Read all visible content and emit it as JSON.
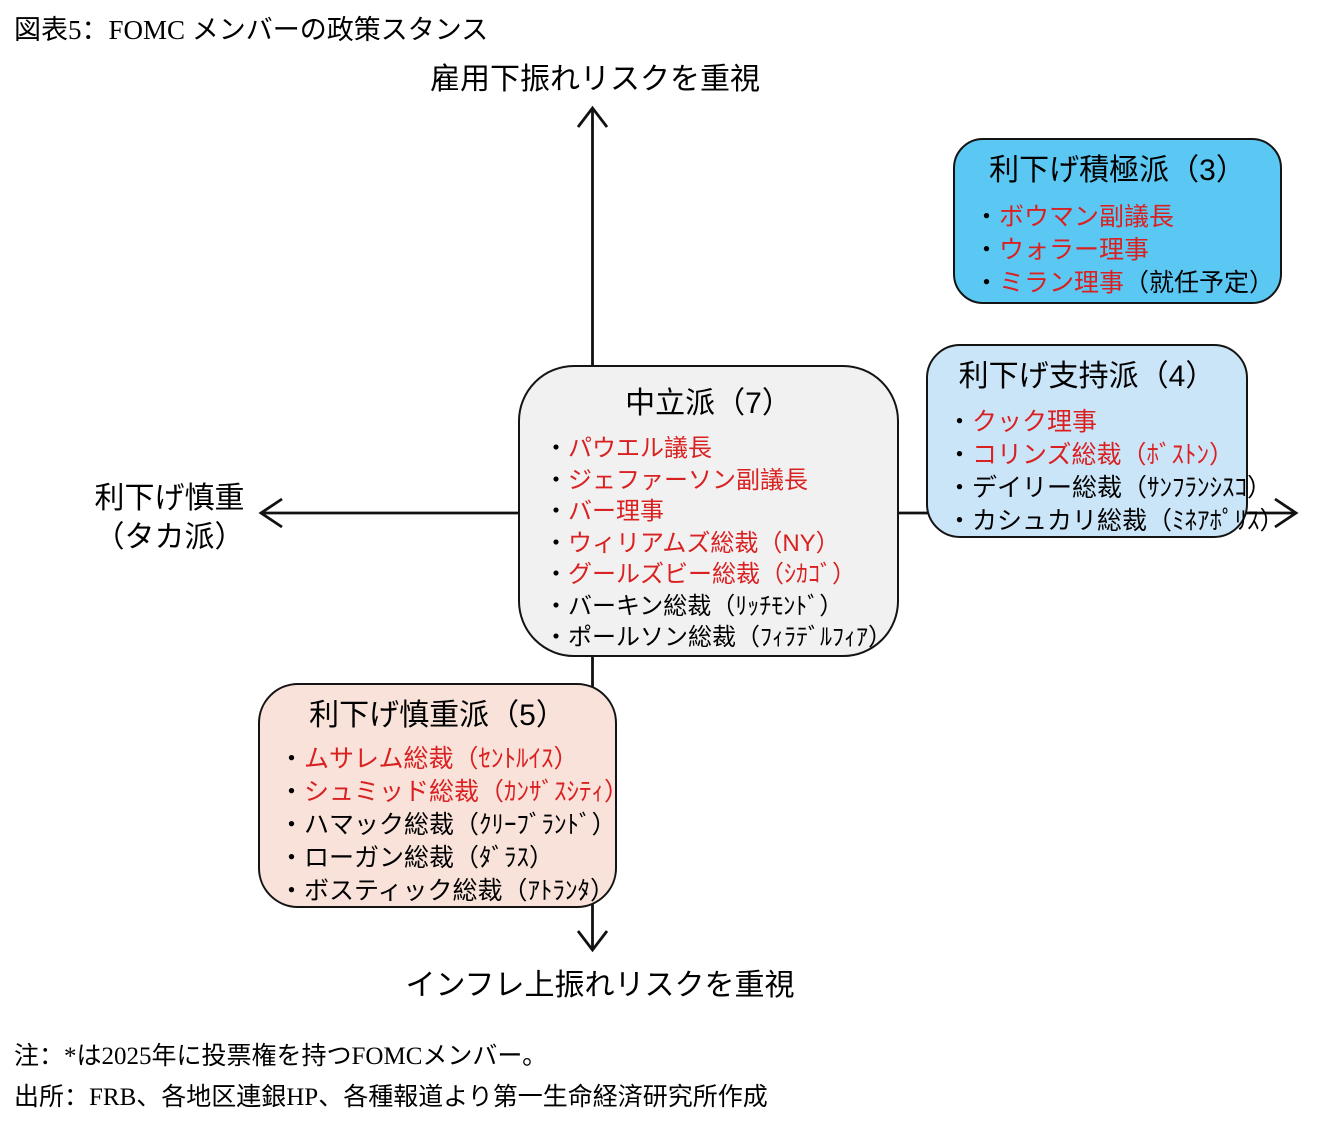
{
  "figure_title": "図表5：FOMC メンバーの政策スタンス",
  "axes": {
    "top": "雇用下振れリスクを重視",
    "bottom": "インフレ上振れリスクを重視",
    "left_line1": "利下げ慎重",
    "left_line2": "（タカ派）"
  },
  "bullet": "・",
  "colors": {
    "red_text": "#d92121",
    "aggressive_bg": "#5bc8f3",
    "support_bg": "#cbe5f8",
    "neutral_bg": "#f1f1f1",
    "cautious_bg": "#f8e2da",
    "border": "#141414"
  },
  "groups": [
    {
      "id": "aggressive",
      "title": "利下げ積極派（3）",
      "members": [
        {
          "segments": [
            [
              "ボウマン副議長",
              "red"
            ]
          ]
        },
        {
          "segments": [
            [
              "ウォラー理事",
              "red"
            ]
          ]
        },
        {
          "segments": [
            [
              "ミラン理事",
              "red"
            ],
            [
              "（就任予定）",
              "black"
            ]
          ]
        }
      ]
    },
    {
      "id": "support",
      "title": "利下げ支持派（4）",
      "members": [
        {
          "segments": [
            [
              "クック理事",
              "red"
            ]
          ]
        },
        {
          "segments": [
            [
              "コリンズ総裁（ﾎﾞｽﾄﾝ）",
              "red"
            ]
          ]
        },
        {
          "segments": [
            [
              "デイリー総裁（ｻﾝﾌﾗﾝｼｽｺ）",
              "black"
            ]
          ]
        },
        {
          "segments": [
            [
              "カシュカリ総裁（ﾐﾈｱﾎﾟﾘｽ）",
              "black"
            ]
          ]
        }
      ]
    },
    {
      "id": "neutral",
      "title": "中立派（7）",
      "members": [
        {
          "segments": [
            [
              "パウエル議長",
              "red"
            ]
          ]
        },
        {
          "segments": [
            [
              "ジェファーソン副議長",
              "red"
            ]
          ]
        },
        {
          "segments": [
            [
              "バー理事",
              "red"
            ]
          ]
        },
        {
          "segments": [
            [
              "ウィリアムズ総裁（NY）",
              "red"
            ]
          ]
        },
        {
          "segments": [
            [
              "グールズビー総裁（ｼｶｺﾞ）",
              "red"
            ]
          ]
        },
        {
          "segments": [
            [
              "バーキン総裁（ﾘｯﾁﾓﾝﾄﾞ）",
              "black"
            ]
          ]
        },
        {
          "segments": [
            [
              "ポールソン総裁（ﾌｨﾗﾃﾞﾙﾌｨｱ）",
              "black"
            ]
          ]
        }
      ]
    },
    {
      "id": "cautious",
      "title": "利下げ慎重派（5）",
      "members": [
        {
          "segments": [
            [
              "ムサレム総裁（ｾﾝﾄﾙｲｽ）",
              "red"
            ]
          ]
        },
        {
          "segments": [
            [
              "シュミッド総裁（ｶﾝｻﾞｽｼﾃｨ）",
              "red"
            ]
          ]
        },
        {
          "segments": [
            [
              "ハマック総裁（ｸﾘｰﾌﾞﾗﾝﾄﾞ）",
              "black"
            ]
          ]
        },
        {
          "segments": [
            [
              "ローガン総裁（ﾀﾞﾗｽ）",
              "black"
            ]
          ]
        },
        {
          "segments": [
            [
              "ボスティック総裁（ｱﾄﾗﾝﾀ）",
              "black"
            ]
          ]
        }
      ]
    }
  ],
  "notes": {
    "note": "注：*は2025年に投票権を持つFOMCメンバー。",
    "source": "出所：FRB、各地区連銀HP、各種報道より第一生命経済研究所作成"
  }
}
